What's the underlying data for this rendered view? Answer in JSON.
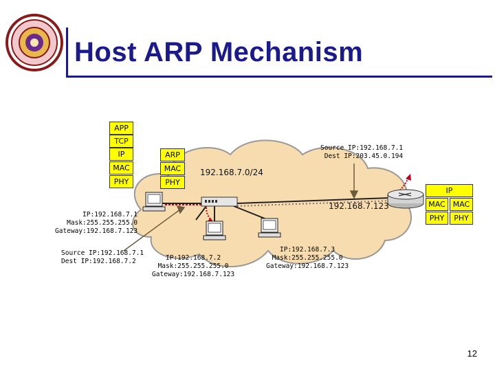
{
  "title": "Host ARP Mechanism",
  "page_number": "12",
  "host_stack": [
    "APP",
    "TCP",
    "IP",
    "MAC",
    "PHY"
  ],
  "arp_stack": [
    "ARP",
    "MAC",
    "PHY"
  ],
  "router_stack": {
    "top": "IP",
    "left": [
      "MAC",
      "PHY"
    ],
    "right": [
      "MAC",
      "PHY"
    ]
  },
  "network_label": "192.168.7.0/24",
  "router_ip": "192.168.7.123",
  "top_packet": {
    "line1": "Source IP:192.168.7.1",
    "line2": "Dest IP:203.45.0.194"
  },
  "host1": {
    "ip": "IP:192.168.7.1",
    "mask": "Mask:255.255.255.0",
    "gw": "Gateway:192.168.7.123"
  },
  "host1_packet": {
    "line1": "Source IP:192.168.7.1",
    "line2": "Dest IP:192.168.7.2"
  },
  "host2": {
    "ip": "IP:192.168.7.2",
    "mask": "Mask:255.255.255.0",
    "gw": "Gateway:192.168.7.123"
  },
  "host3": {
    "ip": "IP:192.168.7.3",
    "mask": "Mask:255.255.255.0",
    "gw": "Gateway:192.168.7.123"
  },
  "colors": {
    "title": "#1a1a8c",
    "layer": "#ffff00",
    "cloud": "#f6dcae",
    "trace": "#c0001a"
  }
}
